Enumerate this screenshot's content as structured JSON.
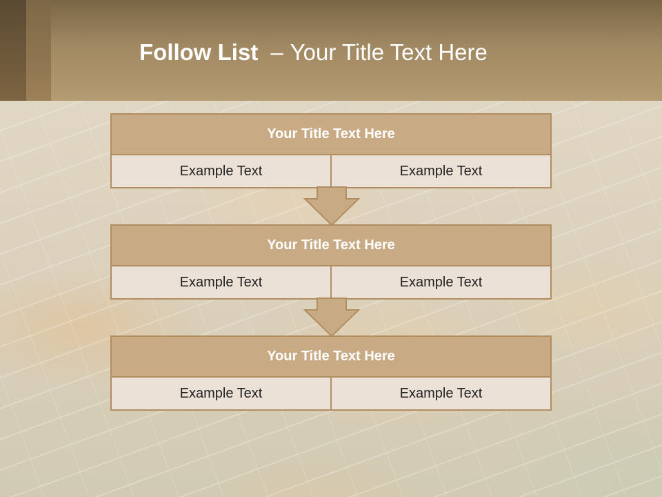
{
  "slide": {
    "title_bold": "Follow List",
    "title_separator": "–",
    "title_rest": "Your Title Text Here"
  },
  "blocks": [
    {
      "title": "Your Title Text Here",
      "left_text": "Example Text",
      "right_text": "Example Text"
    },
    {
      "title": "Your Title Text Here",
      "left_text": "Example Text",
      "right_text": "Example Text"
    },
    {
      "title": "Your Title Text Here",
      "left_text": "Example Text",
      "right_text": "Example Text"
    }
  ],
  "icons": {
    "connector": "arrow-down-icon"
  },
  "colors": {
    "header_fill": "#c8aa84",
    "border": "#b08e62",
    "cell_fill": "#ece1d6",
    "title_text": "#ffffff"
  }
}
